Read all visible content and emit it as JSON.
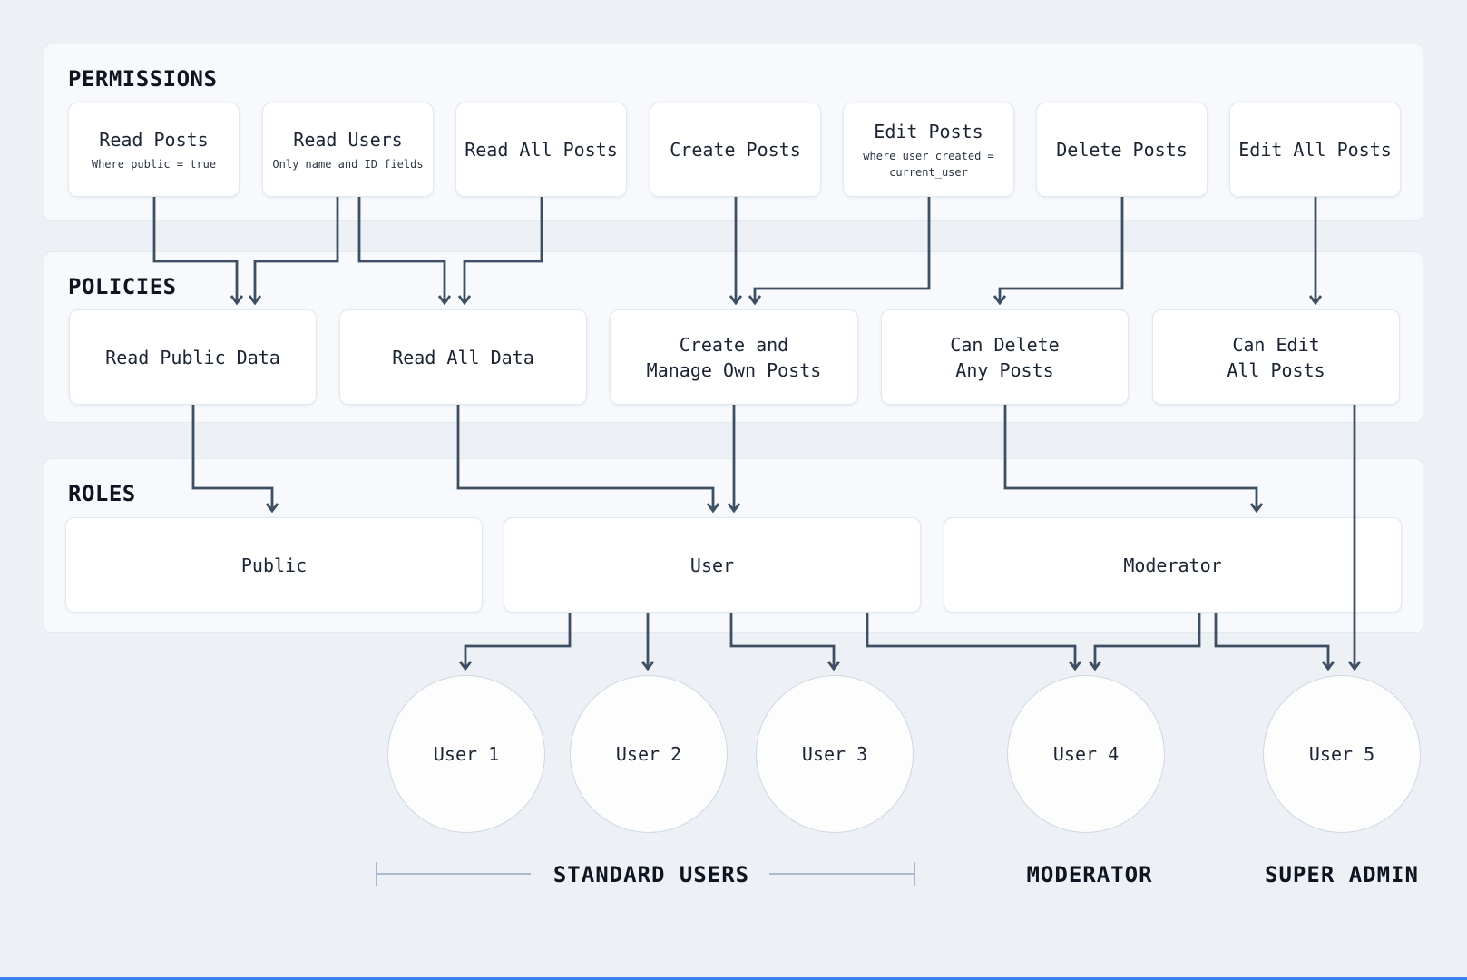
{
  "colors": {
    "page_background": "#edf1f6",
    "panel_background": "#f7f9fc",
    "node_background": "#ffffff",
    "connector": "#3e4f63",
    "bracket": "#93aac3",
    "bottom_bar": "#3b82f6"
  },
  "sections": {
    "permissions": {
      "title": "PERMISSIONS",
      "items": [
        {
          "title": "Read Posts",
          "subtitle": "Where public = true"
        },
        {
          "title": "Read Users",
          "subtitle": "Only name and ID fields"
        },
        {
          "title": "Read All Posts"
        },
        {
          "title": "Create Posts"
        },
        {
          "title": "Edit Posts",
          "subtitle_line1": "where user_created =",
          "subtitle_line2": "current_user"
        },
        {
          "title": "Delete Posts"
        },
        {
          "title": "Edit All Posts"
        }
      ]
    },
    "policies": {
      "title": "POLICIES",
      "items": [
        {
          "line1": "Read Public Data"
        },
        {
          "line1": "Read All Data"
        },
        {
          "line1": "Create and",
          "line2": "Manage Own Posts"
        },
        {
          "line1": "Can Delete",
          "line2": "Any Posts"
        },
        {
          "line1": "Can Edit",
          "line2": "All Posts"
        }
      ]
    },
    "roles": {
      "title": "ROLES",
      "items": [
        {
          "title": "Public"
        },
        {
          "title": "User"
        },
        {
          "title": "Moderator"
        }
      ]
    }
  },
  "users": {
    "circles": [
      {
        "label": "User 1"
      },
      {
        "label": "User 2"
      },
      {
        "label": "User 3"
      },
      {
        "label": "User 4"
      },
      {
        "label": "User 5"
      }
    ],
    "group_labels": [
      {
        "label": "STANDARD USERS"
      },
      {
        "label": "MODERATOR"
      },
      {
        "label": "SUPER ADMIN"
      }
    ]
  },
  "edges": [
    {
      "from": "Read Posts",
      "to": "Read Public Data"
    },
    {
      "from": "Read Users",
      "to": "Read Public Data"
    },
    {
      "from": "Read Users",
      "to": "Read All Data"
    },
    {
      "from": "Read All Posts",
      "to": "Read All Data"
    },
    {
      "from": "Create Posts",
      "to": "Create and Manage Own Posts"
    },
    {
      "from": "Edit Posts",
      "to": "Create and Manage Own Posts"
    },
    {
      "from": "Delete Posts",
      "to": "Can Delete Any Posts"
    },
    {
      "from": "Edit All Posts",
      "to": "Can Edit All Posts"
    },
    {
      "from": "Read Public Data",
      "to": "Public"
    },
    {
      "from": "Read All Data",
      "to": "User"
    },
    {
      "from": "Create and Manage Own Posts",
      "to": "User"
    },
    {
      "from": "Can Delete Any Posts",
      "to": "Moderator"
    },
    {
      "from": "Can Edit All Posts",
      "to": "User 5"
    },
    {
      "from": "User",
      "to": "User 1"
    },
    {
      "from": "User",
      "to": "User 2"
    },
    {
      "from": "User",
      "to": "User 3"
    },
    {
      "from": "User",
      "to": "User 4"
    },
    {
      "from": "Moderator",
      "to": "User 4"
    },
    {
      "from": "Moderator",
      "to": "User 5"
    }
  ]
}
